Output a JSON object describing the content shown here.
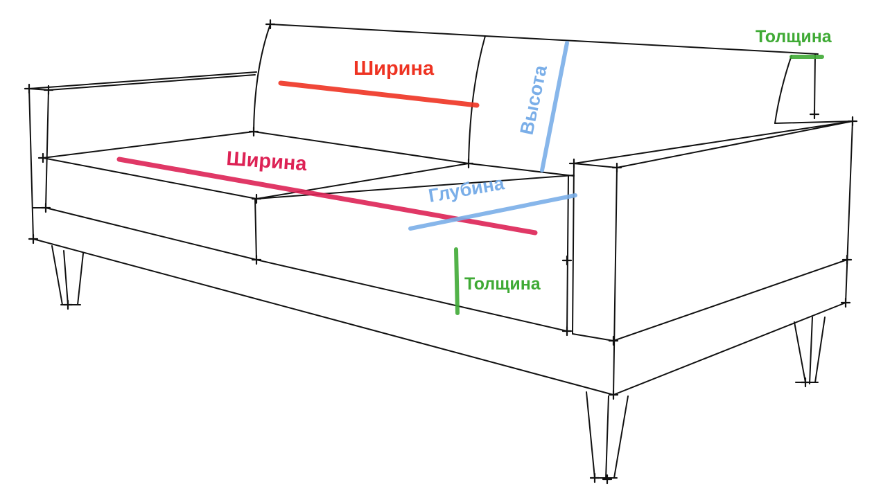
{
  "labels": {
    "back_width": "Ширина",
    "seat_width": "Ширина",
    "back_height": "Высота",
    "seat_depth": "Глубина",
    "seat_thickness": "Толщина",
    "back_thickness": "Толщина"
  },
  "colors": {
    "line": "#111111",
    "back_width": "#ee3322",
    "seat_width": "#dd2255",
    "height": "#7aaee8",
    "depth": "#7aaee8",
    "thickness": "#3faa35"
  }
}
